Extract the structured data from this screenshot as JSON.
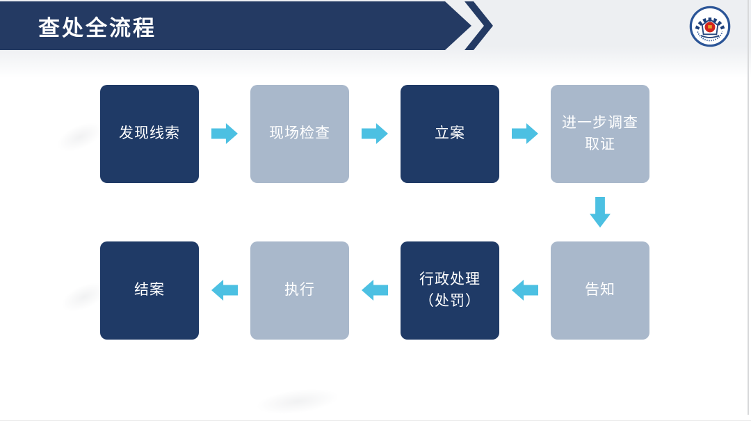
{
  "header": {
    "title": "查处全流程",
    "emblem_icon": "government-agency-round-emblem",
    "decoration_icon": "double-chevron-right"
  },
  "flow": {
    "steps": [
      {
        "id": 1,
        "label": "发现线索",
        "variant": "dark"
      },
      {
        "id": 2,
        "label": "现场检查",
        "variant": "light"
      },
      {
        "id": 3,
        "label": "立案",
        "variant": "dark"
      },
      {
        "id": 4,
        "label": "进一步调查\n取证",
        "variant": "light"
      },
      {
        "id": 5,
        "label": "告知",
        "variant": "light"
      },
      {
        "id": 6,
        "label": "行政处理\n（处罚）",
        "variant": "dark"
      },
      {
        "id": 7,
        "label": "执行",
        "variant": "light"
      },
      {
        "id": 8,
        "label": "结案",
        "variant": "dark"
      }
    ],
    "connectors": [
      {
        "from": 1,
        "to": 2,
        "direction": "right"
      },
      {
        "from": 2,
        "to": 3,
        "direction": "right"
      },
      {
        "from": 3,
        "to": 4,
        "direction": "right"
      },
      {
        "from": 4,
        "to": 5,
        "direction": "down"
      },
      {
        "from": 5,
        "to": 6,
        "direction": "left"
      },
      {
        "from": 6,
        "to": 7,
        "direction": "left"
      },
      {
        "from": 7,
        "to": 8,
        "direction": "left"
      }
    ]
  },
  "colors": {
    "header_bar": "#243a63",
    "dark_box": "#1f3a66",
    "light_box": "#a9b8cb",
    "arrow": "#4cc0e2",
    "box_text": "#ffffff",
    "top_band": "#edeff2",
    "border_line": "#d8d9db",
    "emblem_ring": "#2b5597",
    "emblem_center": "#d2251c"
  }
}
